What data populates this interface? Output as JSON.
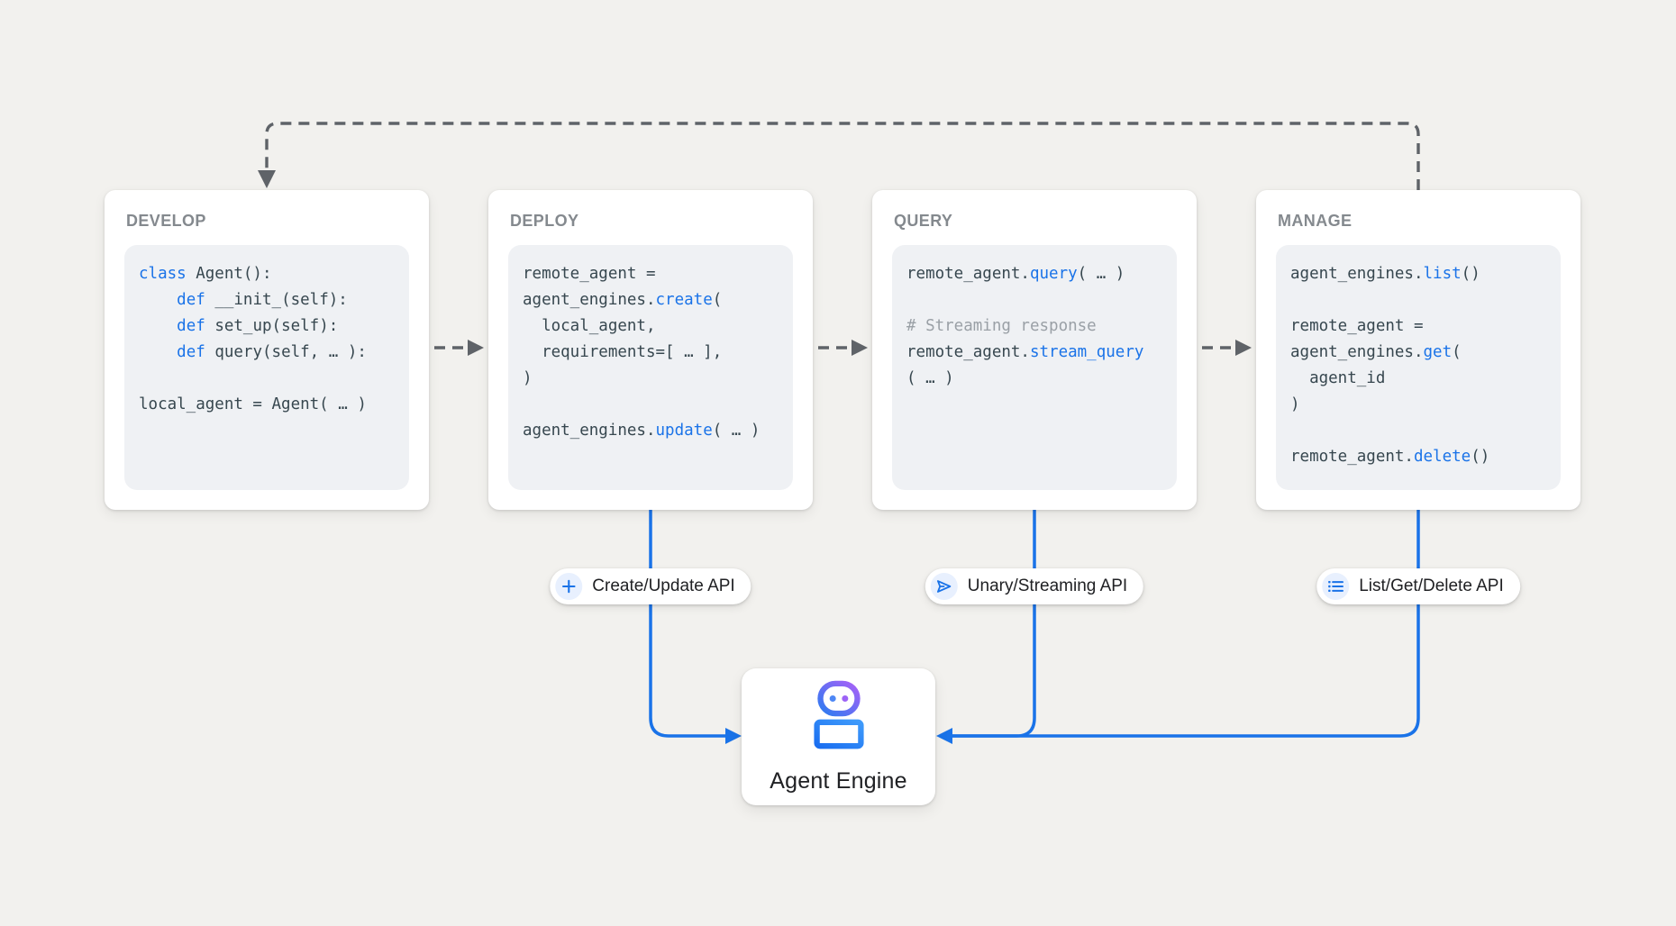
{
  "colors": {
    "background": "#f2f1ee",
    "card_bg": "#ffffff",
    "code_bg": "#eff1f4",
    "code_text": "#37474f",
    "accent_blue": "#1a73e8",
    "comment_gray": "#9aa0a6",
    "title_gray": "#84898e",
    "dash_gray": "#5f6368",
    "icon_chip_bg": "#e8f0fe",
    "label_ink": "#202124",
    "robot_head_gradient": [
      "#2b7bf0",
      "#a861f7"
    ],
    "robot_body_gradient": [
      "#1a6ef0",
      "#3f9bfb"
    ],
    "robot_eye_left": "#4d87f5",
    "robot_eye_right": "#9d63f6"
  },
  "diagram": {
    "cards": [
      {
        "title": "DEVELOP",
        "code": [
          [
            {
              "t": "class ",
              "c": "kw"
            },
            {
              "t": "Agent():",
              "c": "tx"
            }
          ],
          [
            {
              "t": "    ",
              "c": "tx"
            },
            {
              "t": "def ",
              "c": "kw"
            },
            {
              "t": "__init_(self):",
              "c": "tx"
            }
          ],
          [
            {
              "t": "    ",
              "c": "tx"
            },
            {
              "t": "def ",
              "c": "kw"
            },
            {
              "t": "set_up(self):",
              "c": "tx"
            }
          ],
          [
            {
              "t": "    ",
              "c": "tx"
            },
            {
              "t": "def ",
              "c": "kw"
            },
            {
              "t": "query(self, … ):",
              "c": "tx"
            }
          ],
          [],
          [
            {
              "t": "local_agent = Agent( … )",
              "c": "tx"
            }
          ]
        ]
      },
      {
        "title": "DEPLOY",
        "code": [
          [
            {
              "t": "remote_agent =",
              "c": "tx"
            }
          ],
          [
            {
              "t": "agent_engines.",
              "c": "tx"
            },
            {
              "t": "create",
              "c": "kw"
            },
            {
              "t": "(",
              "c": "tx"
            }
          ],
          [
            {
              "t": "  local_agent,",
              "c": "tx"
            }
          ],
          [
            {
              "t": "  requirements=[ … ],",
              "c": "tx"
            }
          ],
          [
            {
              "t": ")",
              "c": "tx"
            }
          ],
          [],
          [
            {
              "t": "agent_engines.",
              "c": "tx"
            },
            {
              "t": "update",
              "c": "kw"
            },
            {
              "t": "( … )",
              "c": "tx"
            }
          ]
        ]
      },
      {
        "title": "QUERY",
        "code": [
          [
            {
              "t": "remote_agent.",
              "c": "tx"
            },
            {
              "t": "query",
              "c": "kw"
            },
            {
              "t": "( … )",
              "c": "tx"
            }
          ],
          [],
          [
            {
              "t": "# Streaming response",
              "c": "cm"
            }
          ],
          [
            {
              "t": "remote_agent.",
              "c": "tx"
            },
            {
              "t": "stream_query",
              "c": "kw"
            }
          ],
          [
            {
              "t": "( … )",
              "c": "tx"
            }
          ]
        ]
      },
      {
        "title": "MANAGE",
        "code": [
          [
            {
              "t": "agent_engines.",
              "c": "tx"
            },
            {
              "t": "list",
              "c": "kw"
            },
            {
              "t": "()",
              "c": "tx"
            }
          ],
          [],
          [
            {
              "t": "remote_agent =",
              "c": "tx"
            }
          ],
          [
            {
              "t": "agent_engines.",
              "c": "tx"
            },
            {
              "t": "get",
              "c": "kw"
            },
            {
              "t": "(",
              "c": "tx"
            }
          ],
          [
            {
              "t": "  agent_id",
              "c": "tx"
            }
          ],
          [
            {
              "t": ")",
              "c": "tx"
            }
          ],
          [],
          [
            {
              "t": "remote_agent.",
              "c": "tx"
            },
            {
              "t": "delete",
              "c": "kw"
            },
            {
              "t": "()",
              "c": "tx"
            }
          ]
        ]
      }
    ],
    "badges": [
      {
        "icon": "plus-icon",
        "label": "Create/Update API"
      },
      {
        "icon": "send-icon",
        "label": "Unary/Streaming API"
      },
      {
        "icon": "list-icon",
        "label": "List/Get/Delete API"
      }
    ],
    "engine": {
      "icon": "robot-icon",
      "label": "Agent Engine"
    }
  }
}
